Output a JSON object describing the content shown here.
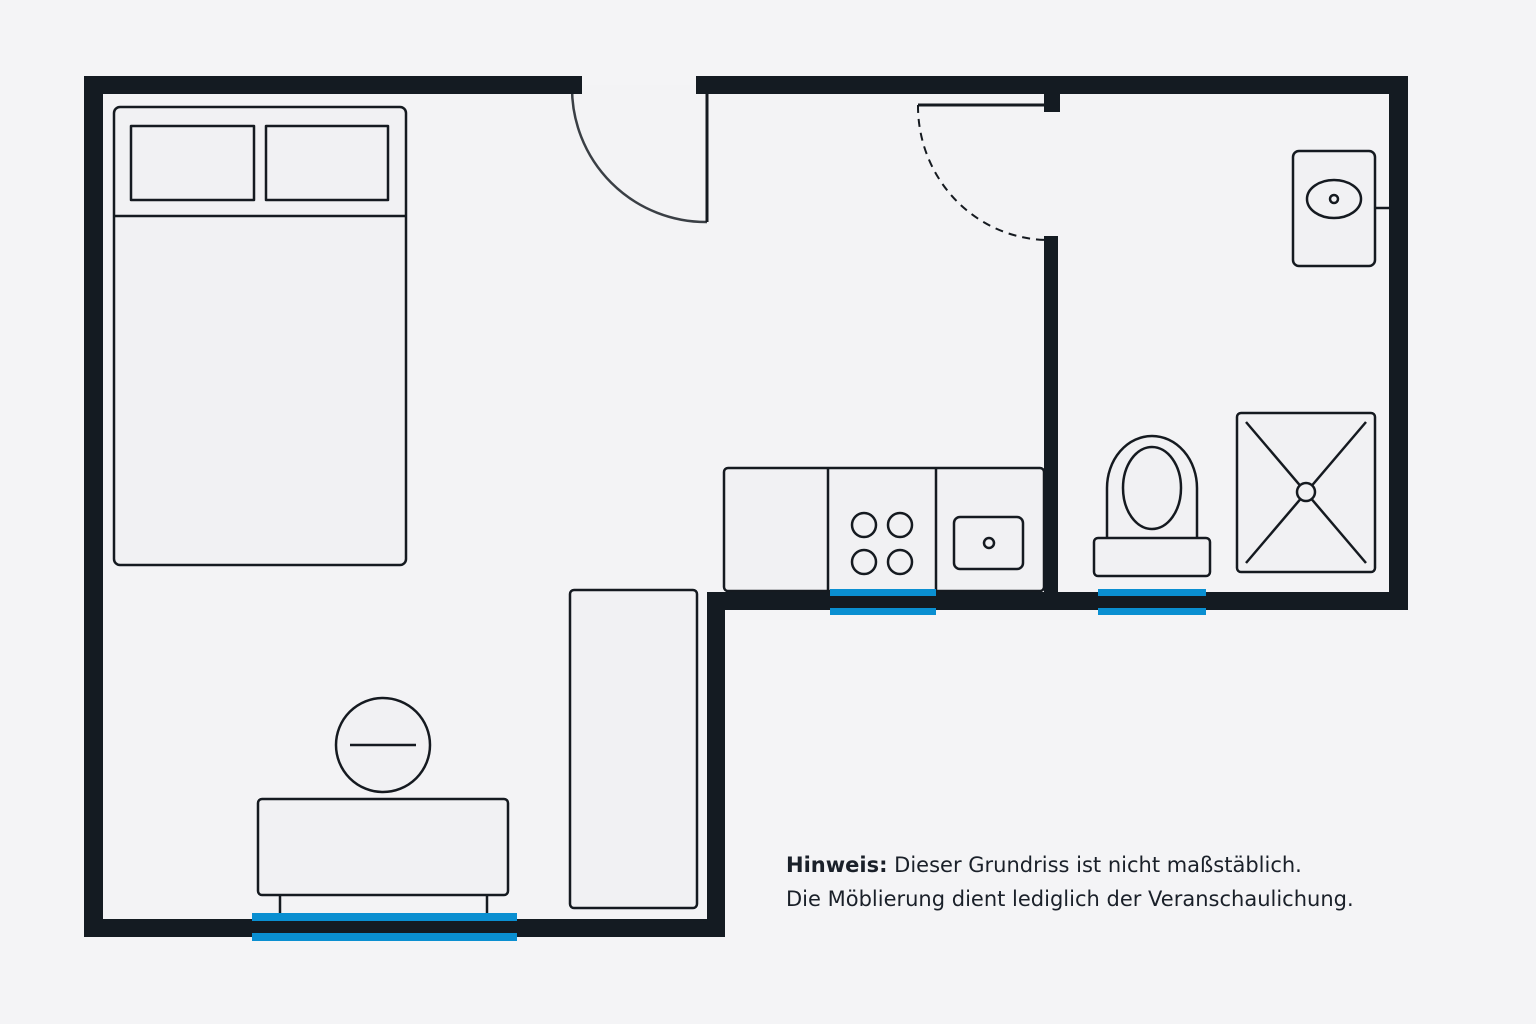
{
  "note": {
    "label": "Hinweis:",
    "line1": "Dieser Grundriss ist nicht maßstäblich.",
    "line2": "Die Möblierung dient lediglich der Veranschaulichung."
  },
  "colors": {
    "background": "#f4f4f6",
    "wall": "#141b22",
    "window": "#0a8fd1",
    "furniture_stroke": "#151a20",
    "furniture_fill": "#f1f1f3",
    "door_arc": "#3a3f45"
  },
  "icons": [
    "bed-icon",
    "pillow-icon",
    "stove-icon",
    "kitchen-sink-icon",
    "washbasin-icon",
    "toilet-icon",
    "shower-icon",
    "round-table-icon",
    "sideboard-icon",
    "wardrobe-icon"
  ]
}
